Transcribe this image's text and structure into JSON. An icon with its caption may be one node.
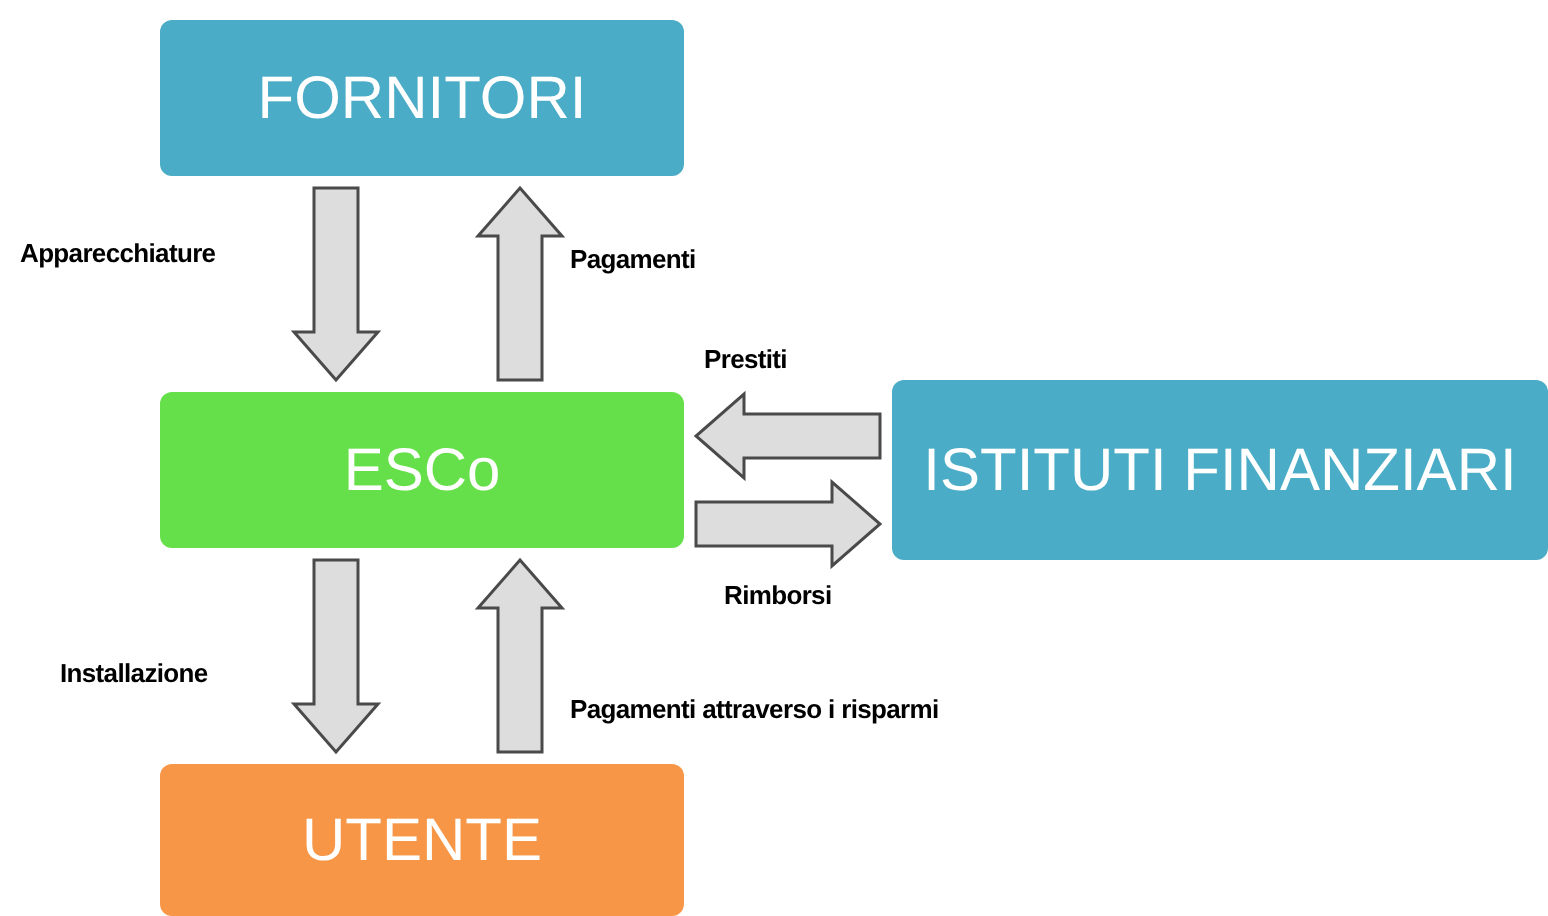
{
  "diagram": {
    "nodes": [
      {
        "text": [
          "FORNITORI"
        ]
      },
      {
        "text": [
          "ESCo"
        ]
      },
      {
        "text": [
          "ISTITUTI FINANZIARI"
        ]
      },
      {
        "text": [
          "UTENTE"
        ]
      }
    ],
    "edges": [
      {
        "from": 0,
        "to": 1,
        "arrow": "to",
        "label": "Apparecchiature"
      },
      {
        "from": 1,
        "to": 0,
        "arrow": "to",
        "label": "Pagamenti"
      },
      {
        "from": 2,
        "to": 1,
        "arrow": "to",
        "label": "Prestiti"
      },
      {
        "from": 1,
        "to": 2,
        "arrow": "to",
        "label": "Rimborsi"
      },
      {
        "from": 1,
        "to": 3,
        "arrow": "to",
        "label": "Installazione"
      },
      {
        "from": 3,
        "to": 1,
        "arrow": "to",
        "label": "Pagamenti attraverso i risparmi"
      }
    ]
  }
}
